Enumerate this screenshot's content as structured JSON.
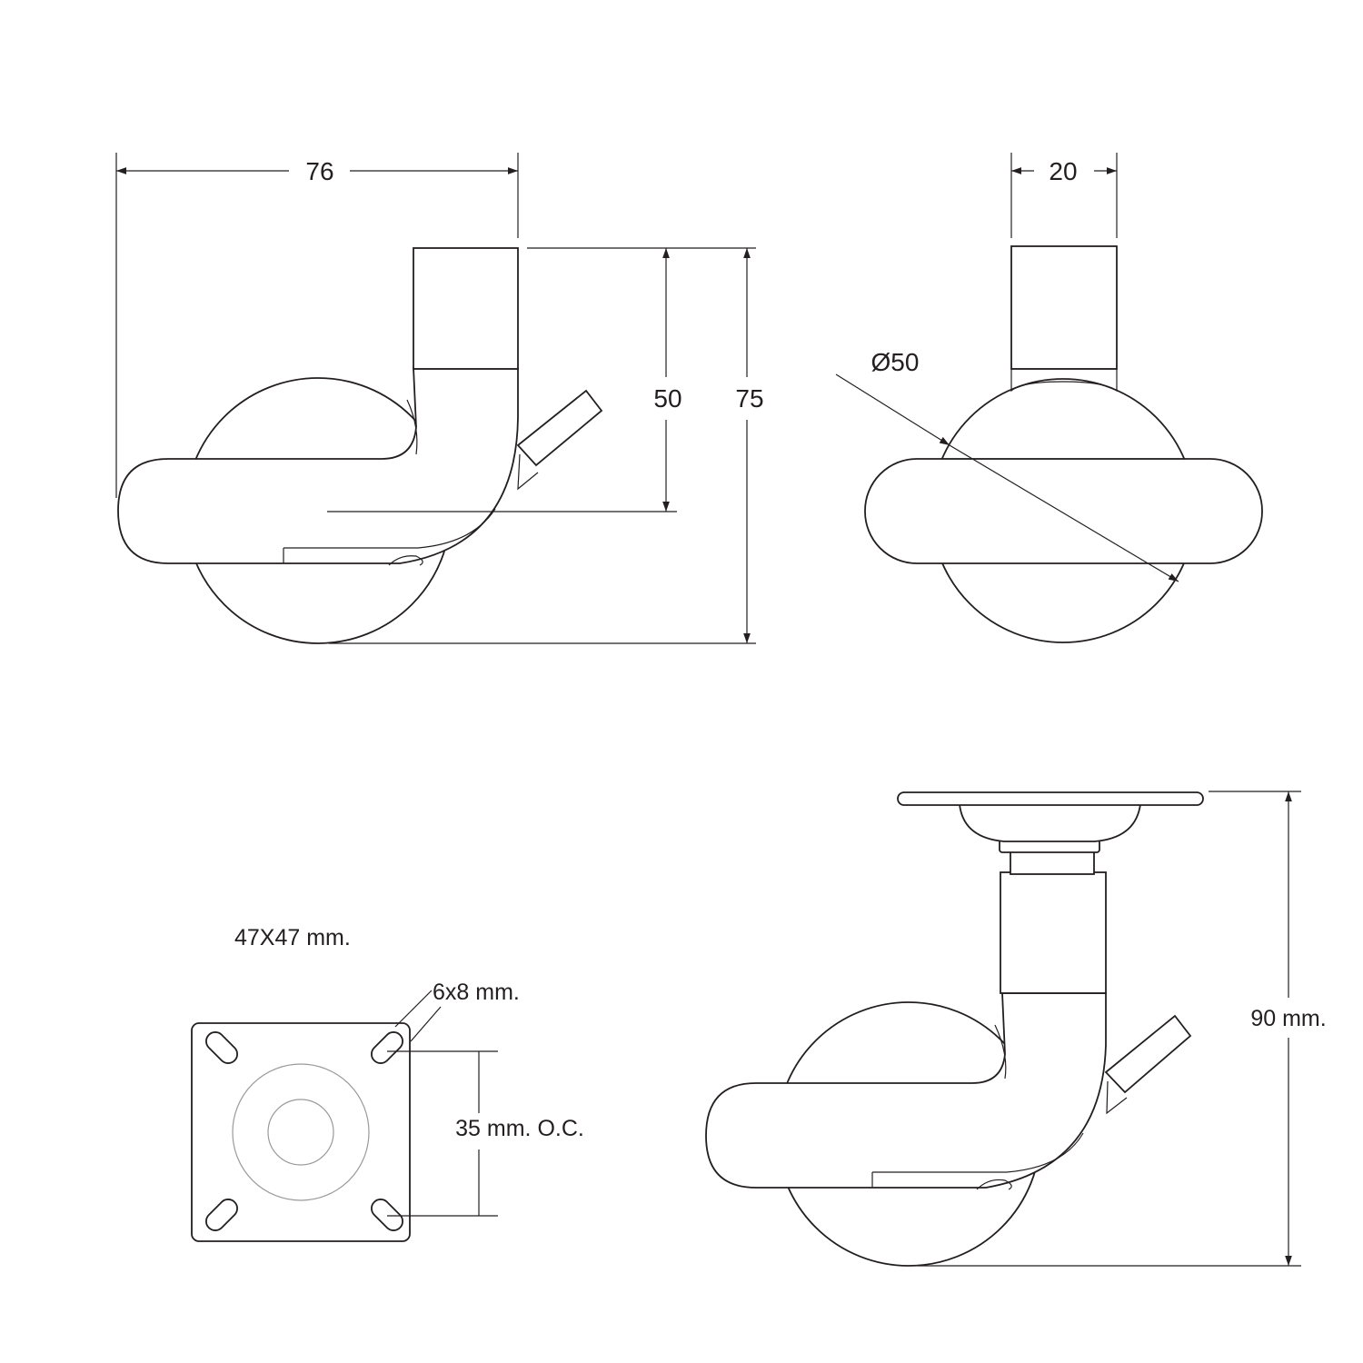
{
  "side_view": {
    "width_label": "76",
    "pivot_height_label": "50",
    "total_height_label": "75"
  },
  "front_view": {
    "width_label": "20",
    "wheel_diameter_label": "Ø50"
  },
  "top_plate": {
    "plate_size_label": "47X47 mm.",
    "slot_size_label": "6x8 mm.",
    "hole_spacing_label": "35 mm. O.C."
  },
  "plate_caster_view": {
    "total_height_label": "90 mm."
  }
}
